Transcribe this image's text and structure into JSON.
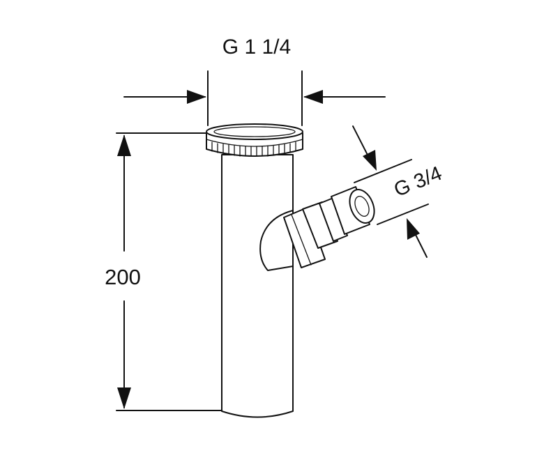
{
  "dimensions": {
    "top_width_label": "G 1 1/4",
    "height_label": "200",
    "side_outlet_label": "G 3/4"
  },
  "colors": {
    "line": "#111111",
    "background": "#ffffff"
  }
}
